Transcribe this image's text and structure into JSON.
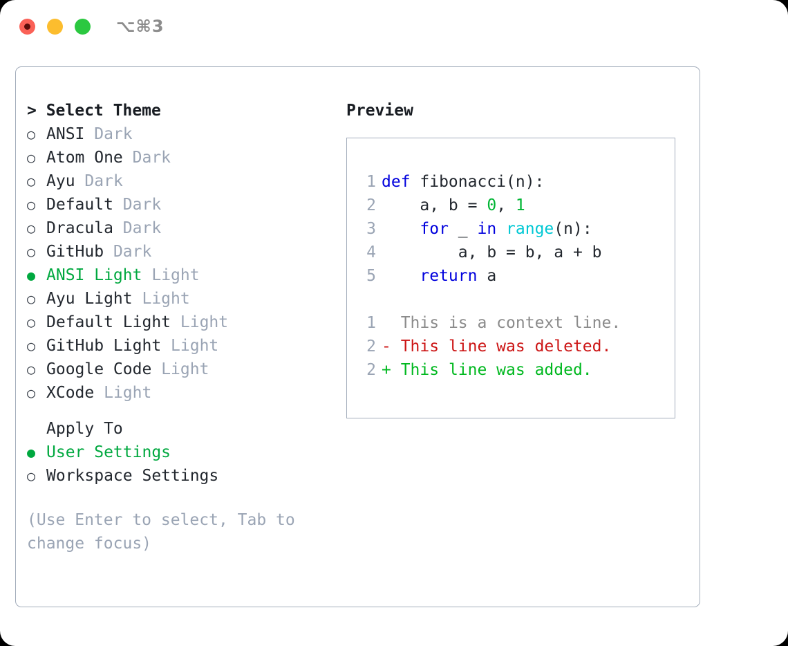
{
  "titlebar": {
    "shortcut": "⌥⌘3",
    "buttons": [
      {
        "name": "close",
        "color": "#fa6157"
      },
      {
        "name": "minimize",
        "color": "#fcbd2e"
      },
      {
        "name": "maximize",
        "color": "#2bc840"
      }
    ]
  },
  "theme_panel": {
    "header": "> Select Theme",
    "selected_marker": "●",
    "unselected_marker": "○",
    "items": [
      {
        "name": "ANSI",
        "badge": "Dark",
        "selected": false
      },
      {
        "name": "Atom One",
        "badge": "Dark",
        "selected": false
      },
      {
        "name": "Ayu",
        "badge": "Dark",
        "selected": false
      },
      {
        "name": "Default",
        "badge": "Dark",
        "selected": false
      },
      {
        "name": "Dracula",
        "badge": "Dark",
        "selected": false
      },
      {
        "name": "GitHub",
        "badge": "Dark",
        "selected": false
      },
      {
        "name": "ANSI Light",
        "badge": "Light",
        "selected": true
      },
      {
        "name": "Ayu Light",
        "badge": "Light",
        "selected": false
      },
      {
        "name": "Default Light",
        "badge": "Light",
        "selected": false
      },
      {
        "name": "GitHub Light",
        "badge": "Light",
        "selected": false
      },
      {
        "name": "Google Code",
        "badge": "Light",
        "selected": false
      },
      {
        "name": "XCode",
        "badge": "Light",
        "selected": false
      }
    ]
  },
  "apply_to": {
    "label": "Apply To",
    "options": [
      {
        "name": "User Settings",
        "selected": true
      },
      {
        "name": "Workspace Settings",
        "selected": false
      }
    ]
  },
  "hint": "(Use Enter to select, Tab to change focus)",
  "preview": {
    "title": "Preview",
    "code_lines": [
      {
        "n": "1",
        "tokens": [
          {
            "t": "def",
            "c": "kw"
          },
          {
            "t": " fibonacci(n):",
            "c": ""
          }
        ]
      },
      {
        "n": "2",
        "tokens": [
          {
            "t": "    a, b = ",
            "c": ""
          },
          {
            "t": "0",
            "c": "num"
          },
          {
            "t": ", ",
            "c": ""
          },
          {
            "t": "1",
            "c": "num"
          }
        ]
      },
      {
        "n": "3",
        "tokens": [
          {
            "t": "    ",
            "c": ""
          },
          {
            "t": "for",
            "c": "kw"
          },
          {
            "t": " _ ",
            "c": ""
          },
          {
            "t": "in",
            "c": "kw"
          },
          {
            "t": " ",
            "c": ""
          },
          {
            "t": "range",
            "c": "fn"
          },
          {
            "t": "(n):",
            "c": ""
          }
        ]
      },
      {
        "n": "4",
        "tokens": [
          {
            "t": "        a, b = b, a + b",
            "c": ""
          }
        ]
      },
      {
        "n": "5",
        "tokens": [
          {
            "t": "    ",
            "c": ""
          },
          {
            "t": "return",
            "c": "kw"
          },
          {
            "t": " a",
            "c": ""
          }
        ]
      }
    ],
    "diff_lines": [
      {
        "n": "1",
        "marker": " ",
        "text": " This is a context line.",
        "kind": "diff-ctx"
      },
      {
        "n": "2",
        "marker": "-",
        "text": " This line was deleted.",
        "kind": "diff-del"
      },
      {
        "n": "2",
        "marker": "+",
        "text": " This line was added.",
        "kind": "diff-add"
      }
    ]
  },
  "colors": {
    "accent_green": "#00a83f",
    "badge_gray": "#9aa4b4",
    "border": "#a3adbb",
    "keyword_blue": "#0000dd",
    "function_cyan": "#00c8d4",
    "number_green": "#00b534",
    "diff_added": "#00b81f",
    "diff_deleted": "#cc1414",
    "diff_context": "#8b8b8b"
  }
}
